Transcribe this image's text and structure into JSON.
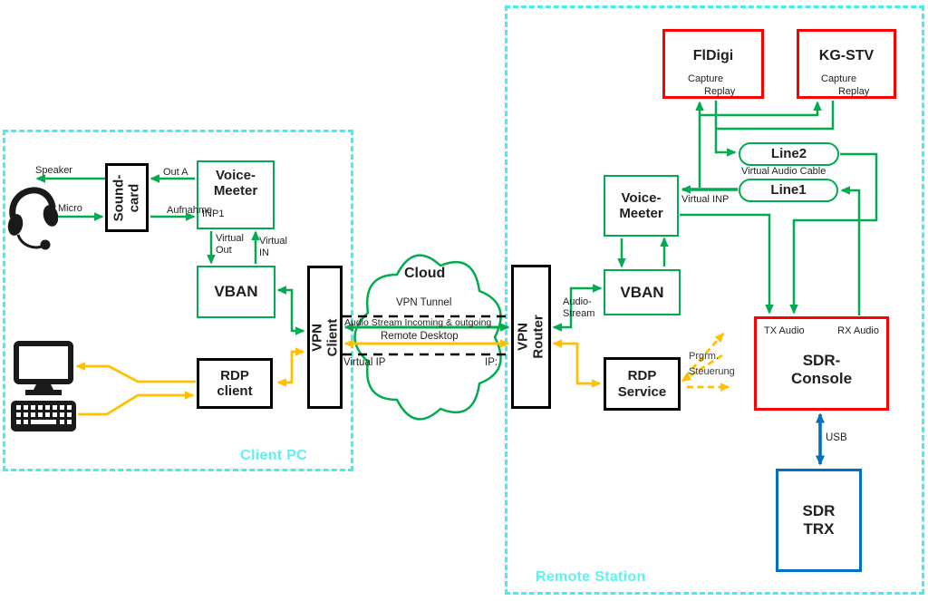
{
  "colors": {
    "green": "#00AC4F",
    "yellow": "#FFC000",
    "red": "#FF0000",
    "blue": "#0070C0",
    "cyan": "#45EDED",
    "black": "#000000"
  },
  "regions": {
    "client_pc": {
      "label": "Client PC"
    },
    "remote_station": {
      "label": "Remote Station"
    }
  },
  "nodes": {
    "soundcard": {
      "label": "Sound-\ncard"
    },
    "voicemeeter_left": {
      "label": "Voice-\nMeeter",
      "port_in": "INP1"
    },
    "vban_left": {
      "label": "VBAN"
    },
    "vpn_client": {
      "label": "VPN Client"
    },
    "rdp_client": {
      "label": "RDP\nclient"
    },
    "vpn_router": {
      "label": "VPN Router"
    },
    "voicemeeter_right": {
      "label": "Voice-\nMeeter"
    },
    "vban_right": {
      "label": "VBAN"
    },
    "rdp_service": {
      "label": "RDP\nService"
    },
    "fldigi": {
      "label": "FlDigi",
      "capture": "Capture",
      "replay": "Replay"
    },
    "kg_stv": {
      "label": "KG-STV",
      "capture": "Capture",
      "replay": "Replay"
    },
    "line2": {
      "label": "Line2"
    },
    "line1": {
      "label": "Line1"
    },
    "sdr_console": {
      "label": "SDR-\nConsole",
      "tx": "TX Audio",
      "rx": "RX Audio"
    },
    "sdr_trx": {
      "label": "SDR\nTRX"
    }
  },
  "labels": {
    "speaker": "Speaker",
    "micro": "Micro",
    "out_a": "Out A",
    "aufnahme": "Aufnahme",
    "virtual_out": "Virtual\nOut",
    "virtual_in": "Virtual\nIN",
    "cloud": "Cloud",
    "vpn_tunnel": "VPN Tunnel",
    "audio_stream_tunnel": "Audio Stream Incoming & outgoing",
    "remote_desktop": "Remote Desktop",
    "virtual_ip": "Virtual IP",
    "ip": "IP:",
    "audio_stream": "Audio-\nStream",
    "virtual_inp": "Virtual INP",
    "virtual_audio_cable": "Virtual Audio Cable",
    "prgrm_steuerung": "Prgrm.\nSteuerung",
    "usb": "USB"
  },
  "icons": [
    "headset-icon",
    "monitor-icon",
    "keyboard-icon"
  ]
}
